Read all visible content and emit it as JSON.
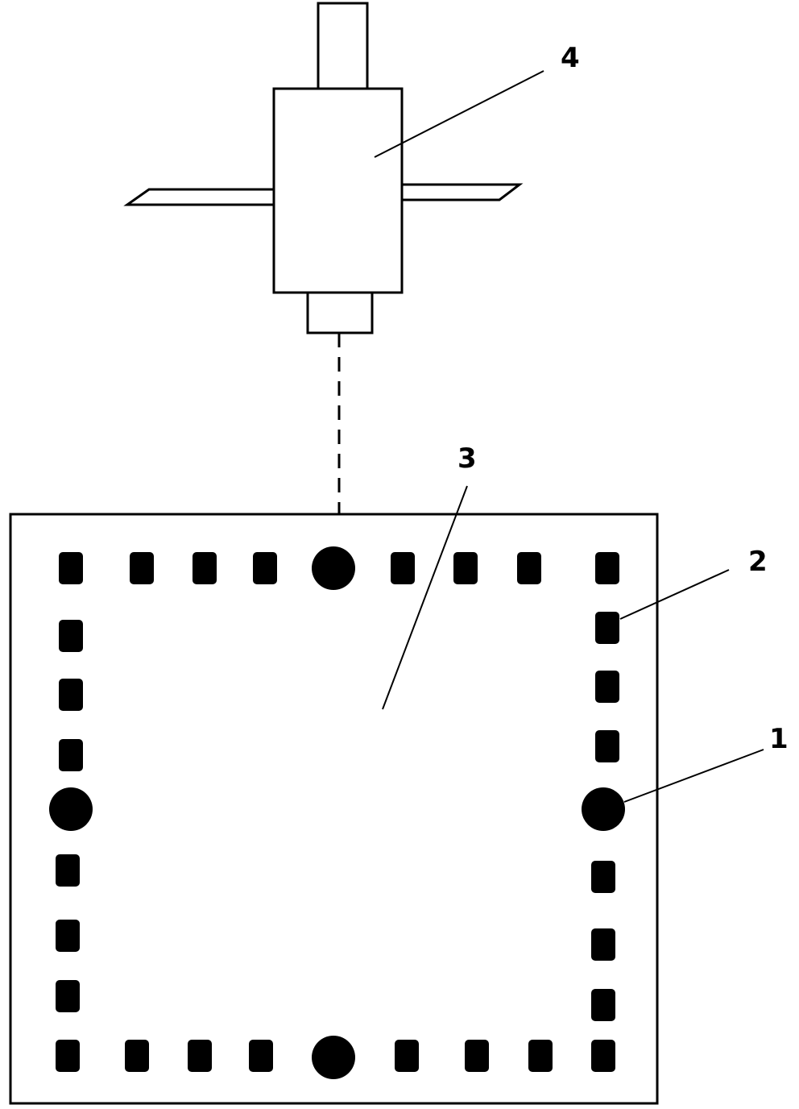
{
  "labels": {
    "camera": "4",
    "board": "3",
    "square_marker": "2",
    "circle_marker": "1"
  },
  "colors": {
    "line": "#000000",
    "fill": "#000000",
    "background": "#ffffff"
  }
}
